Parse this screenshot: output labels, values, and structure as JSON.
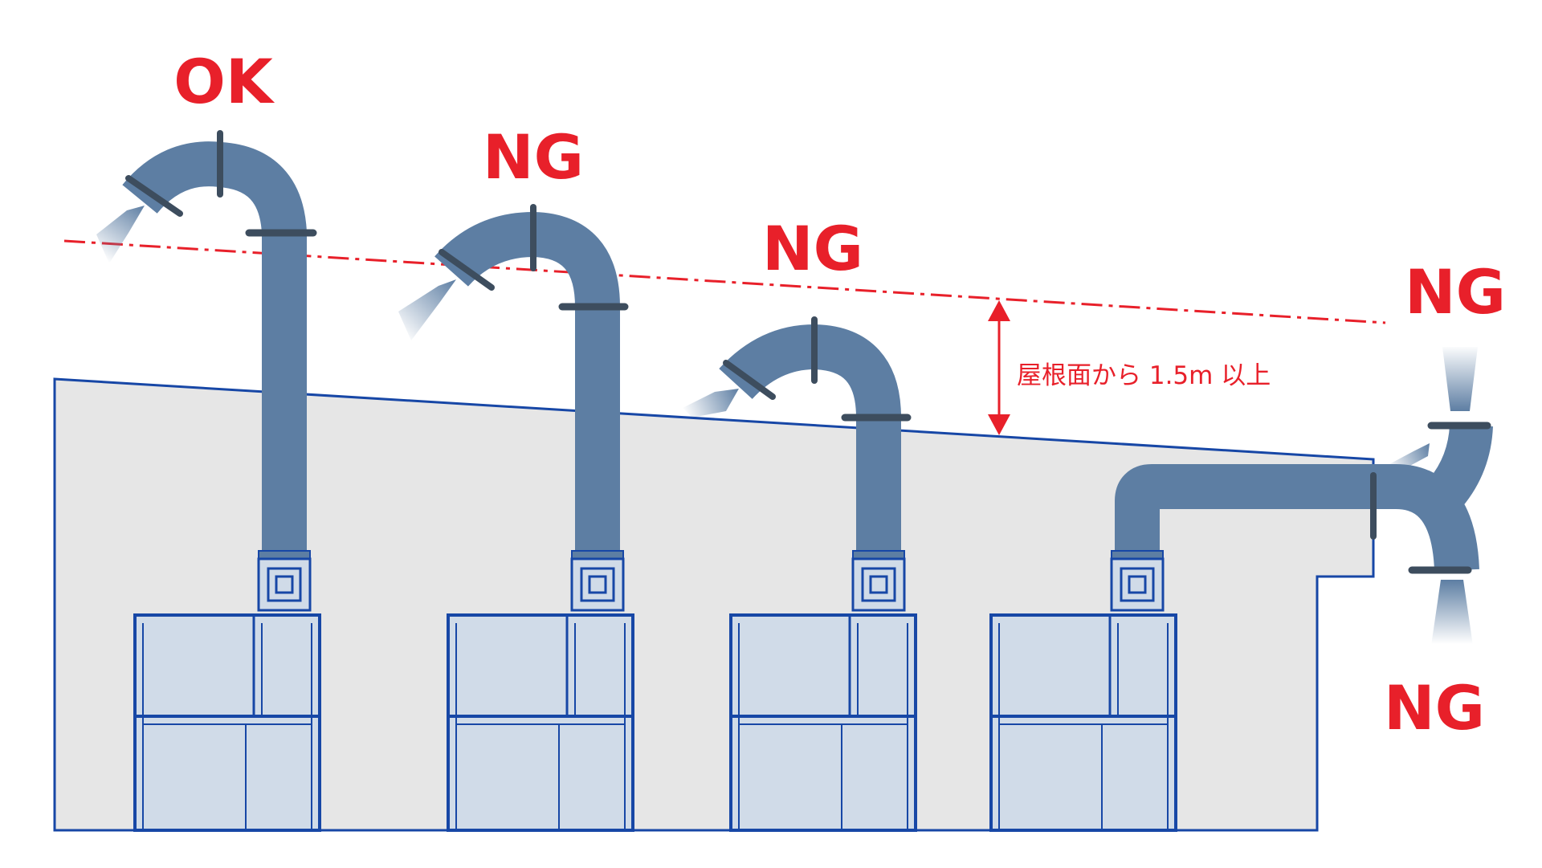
{
  "labels": {
    "ok": "OK",
    "ng_1": "NG",
    "ng_2": "NG",
    "ng_3": "NG",
    "ng_4": "NG"
  },
  "height_note": "屋根面から 1.5m 以上",
  "colors": {
    "verdict_text": "#e8202a",
    "reference_line": "#e8202a",
    "duct": "#5d7ea3",
    "flange": "#3d4d5e",
    "wall_fill": "#e6e6e6",
    "outline": "#1747a6",
    "unit_fill": "#d0dbe8"
  },
  "icons": {
    "exhaust_arrows": "exhaust-plume-icon",
    "dimension": "double-arrow-icon"
  }
}
